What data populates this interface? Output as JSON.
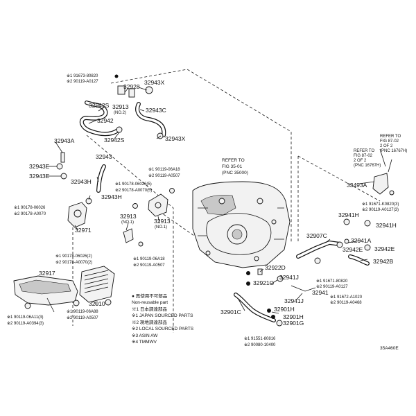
{
  "colors": {
    "ink": "#111111",
    "paper": "#ffffff",
    "part_fill": "#f2f2f2",
    "part_shade": "#c8c8c8"
  },
  "labels": {
    "p32928": "32928",
    "p32943x_top": "32943X",
    "p32913_top": "32913",
    "p32913_top_no": "(NO.2)",
    "p32942s_top": "32942S",
    "p32942": "32942",
    "p32943c": "32943C",
    "p32943a": "32943A",
    "p32942s_mid": "32942S",
    "p32943x_mid": "32943X",
    "p32943e_1": "32943E",
    "p32943": "32943",
    "p32943e_2": "32943E",
    "p32943h_1": "32943H",
    "p32943h_2": "32943H",
    "p32971": "32971",
    "p32913_mid": "32913",
    "p32913_mid_no": "(NO.1)",
    "p32913_right": "32913",
    "p32913_right_no": "(NO.1)",
    "p32917": "32917",
    "p32910": "32910",
    "p33493a": "33493A",
    "p32941h_1": "32941H",
    "p32941h_2": "32941H",
    "p32907c": "32907C",
    "p32941a": "32941A",
    "p32942e_1": "32942E",
    "p32942e_2": "32942E",
    "p32942b": "32942B",
    "p32922d": "32922D",
    "p32921g": "32921G",
    "p32941j_1": "32941J",
    "p32941j_2": "32941J",
    "p32901c": "32901C",
    "p32901h_1": "32901H",
    "p32901h_2": "32901H",
    "p32901g": "32901G",
    "p32941": "32941"
  },
  "notes": {
    "top_left_1": "※1 91673-80820",
    "top_left_2": "※2 90119-A0127",
    "left_mid_1": "※1 90178-06026",
    "left_mid_2": "※2 90178-A0070",
    "mid_1": "※1 90119-06A18",
    "mid_2": "※2 90119-A0507",
    "mid_3": "※1 90178-06026(5)",
    "mid_4": "※2 90178-A0070(5)",
    "low_1": "※1 90119-06A18",
    "low_2": "※2 90119-A0507",
    "left_low_1": "※1 90178-06026(2)",
    "left_low_2": "※2 90178-A0070(2)",
    "bot_left_1": "※1 90119-06A11(3)",
    "bot_left_2": "※2 90119-A0394(3)",
    "bot_mid_1": "※1 90119-06A88",
    "bot_mid_2": "※2 90119-A0507",
    "right_1": "※1 91671-K0820(3)",
    "right_2": "※2 90119-A0127(3)",
    "right_low_1": "※1 91671-80820",
    "right_low_2": "※2 90119-A0127",
    "right_low_3": "※1 91672-A1020",
    "right_low_4": "※2 90119-A0468",
    "bottom_1": "※1 91551-80816",
    "bottom_2": "※2 90080-10400"
  },
  "refs": {
    "engine_1": "REFER TO",
    "engine_2": "FIG 35-01",
    "engine_3": "(PNC 35000)",
    "r1_1": "REFER TO",
    "r1_2": "FIG 87-02",
    "r1_3": "2 OF 2",
    "r1_4": "(PNC 16767H)",
    "r2_1": "REFER TO",
    "r2_2": "FIG 87-02",
    "r2_3": "2 OF 2",
    "r2_4": "(PNC 16767H)"
  },
  "legend": {
    "item1": "● 再使用不可部品",
    "item2": "  Non-reusable part",
    "item3": "※1 日本調達部品",
    "item4": "※1 JAPAN SOURCED PARTS",
    "item5": "※2 現地調達部品",
    "item6": "※2 LOCAL SOURCED PARTS",
    "item7": "※3 ASIN AW",
    "item8": "※4 TMMWV"
  },
  "diagram_code": "35A460E"
}
